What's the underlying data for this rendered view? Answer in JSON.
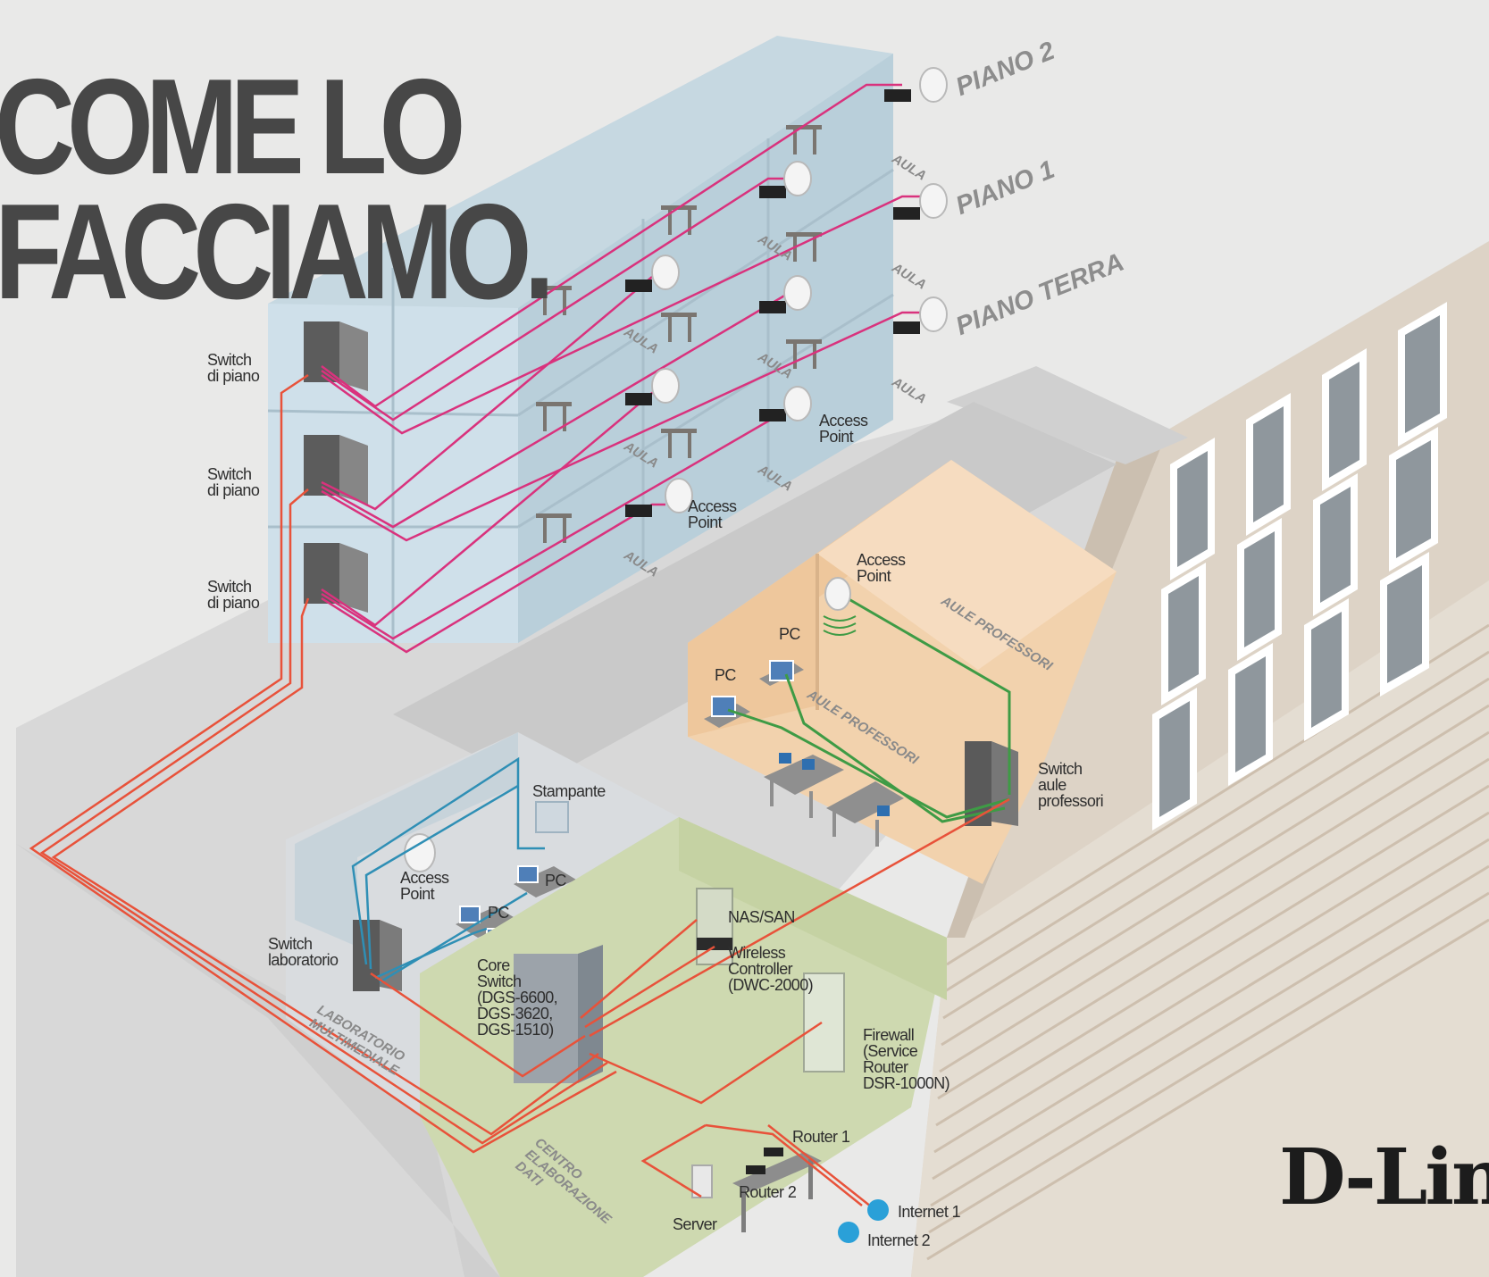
{
  "headline": {
    "line1": "COME LO",
    "line2": "FACCIAMO."
  },
  "floors": {
    "piano2": "PIANO 2",
    "piano1": "PIANO 1",
    "piano_terra": "PIANO TERRA"
  },
  "rooms": {
    "aula": "AULA",
    "aule_professori": "AULE PROFESSORI",
    "laboratorio": [
      "LABORATORIO",
      "MULTIMEDIALE"
    ],
    "centro": [
      "CENTRO",
      "ELABORAZIONE",
      "DATI"
    ]
  },
  "labels": {
    "switch_piano": [
      "Switch",
      "di piano"
    ],
    "access_point": [
      "Access",
      "Point"
    ],
    "pc": "PC",
    "stampante": "Stampante",
    "switch_aule_professori": [
      "Switch",
      "aule",
      "professori"
    ],
    "switch_laboratorio": [
      "Switch",
      "laboratorio"
    ],
    "core_switch": [
      "Core",
      "Switch",
      "(DGS-6600,",
      "DGS-3620,",
      "DGS-1510)"
    ],
    "nas_san": "NAS/SAN",
    "wireless_controller": [
      "Wireless",
      "Controller",
      "(DWC-2000)"
    ],
    "firewall": [
      "Firewall",
      "(Service",
      "Router",
      "DSR-1000N)"
    ],
    "router1": "Router 1",
    "router2": "Router 2",
    "server": "Server",
    "internet1": "Internet 1",
    "internet2": "Internet 2"
  },
  "brand": {
    "logo_text": "D-Link"
  },
  "colors": {
    "cable_uplink": "#e8523a",
    "cable_floor": "#d9327d",
    "cable_professori": "#3e9b45",
    "cable_laboratorio": "#2f8fb5",
    "building_glass": "#c3d6e0",
    "professori_room": "#f2d2ad",
    "datacenter_floor": "#cedcb0",
    "internet_globe": "#2aa0d8"
  }
}
